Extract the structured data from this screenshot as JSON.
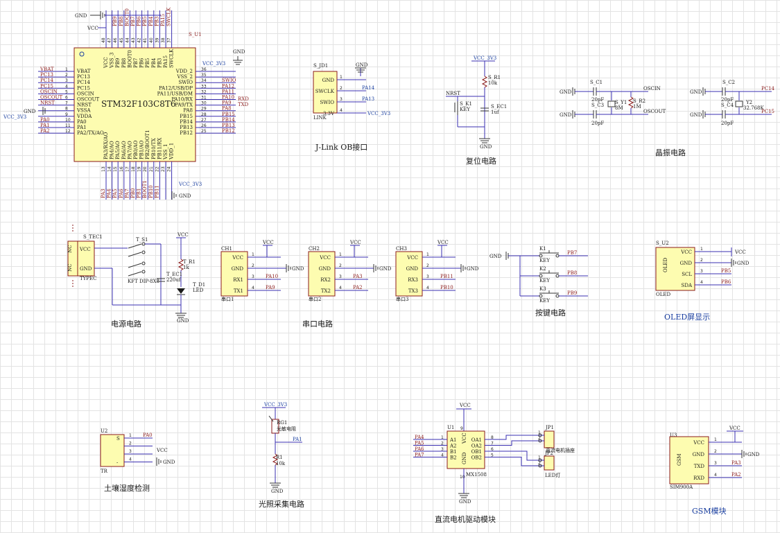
{
  "mcu": {
    "ref": "S_U1",
    "part": "STM32F103C8T6",
    "left_pins": [
      {
        "num": "1",
        "name": "VBAT",
        "net": "VBAT"
      },
      {
        "num": "2",
        "name": "PC13",
        "net": "PC13"
      },
      {
        "num": "3",
        "name": "PC14",
        "net": "PC14"
      },
      {
        "num": "4",
        "name": "PC15",
        "net": "PC15"
      },
      {
        "num": "5",
        "name": "OSCIN",
        "net": "OSCIN"
      },
      {
        "num": "6",
        "name": "OSCOUT",
        "net": "OSCOUT"
      },
      {
        "num": "7",
        "name": "NRST",
        "net": "NRST"
      },
      {
        "num": "8",
        "name": "VSSA",
        "net": "GND"
      },
      {
        "num": "9",
        "name": "VDDA",
        "net": "VCC_3V3"
      },
      {
        "num": "10",
        "name": "PA0",
        "net": "PA0"
      },
      {
        "num": "11",
        "name": "PA1",
        "net": "PA1"
      },
      {
        "num": "12",
        "name": "PA2/TX/AO",
        "net": "PA2"
      }
    ],
    "right_pins": [
      {
        "num": "36",
        "name": "VDD_2",
        "net": "VCC_3V3"
      },
      {
        "num": "35",
        "name": "VSS_2",
        "net": ""
      },
      {
        "num": "34",
        "name": "SWIO",
        "net": "SWIO"
      },
      {
        "num": "33",
        "name": "PA12/USB/DP",
        "net": "PA12"
      },
      {
        "num": "32",
        "name": "PA11/USB/DM",
        "net": "PA11"
      },
      {
        "num": "31",
        "name": "PA10/RX",
        "net": "PA10"
      },
      {
        "num": "30",
        "name": "PA9/TX",
        "net": "PA9"
      },
      {
        "num": "29",
        "name": "PA8",
        "net": "PA8"
      },
      {
        "num": "28",
        "name": "PB15",
        "net": "PB15"
      },
      {
        "num": "27",
        "name": "PB14",
        "net": "PB14"
      },
      {
        "num": "26",
        "name": "PB13",
        "net": "PB13"
      },
      {
        "num": "25",
        "name": "PB12",
        "net": "PB12"
      }
    ],
    "top_pins": [
      {
        "num": "48",
        "name": "VCC",
        "net": ""
      },
      {
        "num": "47",
        "name": "VSS_3",
        "net": ""
      },
      {
        "num": "46",
        "name": "PB9",
        "net": "PB9"
      },
      {
        "num": "45",
        "name": "PB8",
        "net": "PB8"
      },
      {
        "num": "44",
        "name": "BOOT0",
        "net": "BOOT0"
      },
      {
        "num": "43",
        "name": "PB7",
        "net": "PB7"
      },
      {
        "num": "42",
        "name": "PB6",
        "net": "PB6"
      },
      {
        "num": "41",
        "name": "PB5",
        "net": "PB5"
      },
      {
        "num": "40",
        "name": "PB4",
        "net": "PB4"
      },
      {
        "num": "39",
        "name": "PB3",
        "net": "PB3"
      },
      {
        "num": "38",
        "name": "PA15",
        "net": "PA15"
      },
      {
        "num": "37",
        "name": "SWCLK",
        "net": "SWCLK"
      }
    ],
    "bottom_pins": [
      {
        "num": "13",
        "name": "PA3/RX/AO",
        "net": "PA3"
      },
      {
        "num": "14",
        "name": "PA4/AO",
        "net": "PA4"
      },
      {
        "num": "15",
        "name": "PA5/AO",
        "net": "PA5"
      },
      {
        "num": "16",
        "name": "PA6/AO",
        "net": "PA6"
      },
      {
        "num": "17",
        "name": "PA7/AO",
        "net": "PA7"
      },
      {
        "num": "18",
        "name": "PB0/AO",
        "net": "PB0"
      },
      {
        "num": "19",
        "name": "PB1/AO",
        "net": "PB1"
      },
      {
        "num": "20",
        "name": "PB2/BOOT1",
        "net": "BOOT1"
      },
      {
        "num": "21",
        "name": "PB10/TX",
        "net": "PB10"
      },
      {
        "num": "22",
        "name": "PB11/RX",
        "net": "PB11"
      },
      {
        "num": "23",
        "name": "VSS_1",
        "net": ""
      },
      {
        "num": "24",
        "name": "VDD_1",
        "net": ""
      }
    ],
    "extra_nets": {
      "gnd": "GND",
      "vcc": "VCC",
      "vcc33": "VCC_3V3",
      "rxd": "RXD",
      "txd": "TXD"
    }
  },
  "jlink": {
    "ref": "S_JD1",
    "part": "LINK",
    "title": "J-Link OB接口",
    "pins": [
      {
        "num": "1",
        "name": "GND",
        "net": ""
      },
      {
        "num": "2",
        "name": "SWCLK",
        "net": "PA14"
      },
      {
        "num": "3",
        "name": "SWIO",
        "net": "PA13"
      },
      {
        "num": "4",
        "name": "3.3V",
        "net": "VCC_3V3"
      }
    ],
    "gnd": "GND"
  },
  "reset": {
    "title": "复位电路",
    "vcc": "VCC_3V3",
    "net": "NRST",
    "gnd": "GND",
    "r_ref": "S_R1",
    "r_val": "10k",
    "k_ref": "S_K1",
    "k_val": "KEY",
    "c_ref": "S_EC1",
    "c_val": "1uf"
  },
  "crystal": {
    "title": "晶振电路",
    "gnd": "GND",
    "main": {
      "c1_ref": "S_C1",
      "c1_val": "20pF",
      "c3_ref": "S_C3",
      "c3_val": "20pF",
      "y_ref": "S_Y1",
      "y_val": "8M",
      "r_ref": "S_R2",
      "r_val": "1M",
      "net_in": "OSCIN",
      "net_out": "OSCOUT"
    },
    "rtc": {
      "c2_ref": "S_C2",
      "c2_val": "20pF",
      "c4_ref": "S_C4",
      "c4_val": "20pF",
      "y_ref": "Y2",
      "y_val": "32.768K",
      "net_a": "PC14",
      "net_b": "PC15"
    }
  },
  "power": {
    "title": "电源电路",
    "conn_ref": "S_TEC1",
    "conn_part": "TYPEC",
    "conn_pins": [
      "VCC",
      "GND"
    ],
    "nc": "NC",
    "sw_ref": "T_S1",
    "sw_part": "KFT DIP-8X8",
    "r_ref": "T_R1",
    "r_val": "1k",
    "c_ref": "T_EC1",
    "c_val": "220uf",
    "d_ref": "T_D1",
    "d_val": "LED",
    "vcc": "VCC",
    "gnd": "GND"
  },
  "serial": {
    "title": "串口电路",
    "ports": [
      {
        "ref": "CH1",
        "label": "串口1",
        "rx": "PA10",
        "tx": "PA9"
      },
      {
        "ref": "CH2",
        "label": "串口2",
        "rx": "PA3",
        "tx": "PA2"
      },
      {
        "ref": "CH3",
        "label": "串口3",
        "rx": "PB11",
        "tx": "PB10"
      }
    ],
    "pins": [
      "VCC",
      "GND",
      "RX1",
      "TX1"
    ],
    "pins2": [
      "VCC",
      "GND",
      "RX2",
      "TX2"
    ],
    "pins3": [
      "VCC",
      "GND",
      "RX3",
      "TX3"
    ],
    "vcc": "VCC",
    "gnd": "GND"
  },
  "keys": {
    "title": "按键电路",
    "gnd": "GND",
    "items": [
      {
        "ref": "K1",
        "val": "KEY",
        "net": "PB7"
      },
      {
        "ref": "K2",
        "val": "KEY",
        "net": "PB8"
      },
      {
        "ref": "K3",
        "val": "KEY",
        "net": "PB9"
      }
    ]
  },
  "oled": {
    "title": "OLED屏显示",
    "ref": "S_U2",
    "part": "OLED",
    "name": "OLED",
    "pins": [
      {
        "num": "1",
        "name": "VCC",
        "net": "VCC"
      },
      {
        "num": "2",
        "name": "GND",
        "net": "GND"
      },
      {
        "num": "3",
        "name": "SCL",
        "net": "PB5"
      },
      {
        "num": "4",
        "name": "SDA",
        "net": "PB6"
      }
    ]
  },
  "soil": {
    "title": "土壤湿度检测",
    "ref": "U2",
    "part": "TR",
    "pins": [
      {
        "num": "1",
        "name": "S",
        "net": "PA0"
      },
      {
        "num": "2",
        "name": "",
        "net": ""
      },
      {
        "num": "3",
        "name": "",
        "net": "VCC"
      },
      {
        "num": "4",
        "name": "-",
        "net": "GND"
      }
    ]
  },
  "light": {
    "title": "光照采集电路",
    "vcc": "VCC_3V3",
    "rg_ref": "RG1",
    "rg_val": "光敏电阻",
    "r_ref": "R1",
    "r_val": "10k",
    "net": "PA1",
    "gnd": "GND"
  },
  "motor": {
    "title": "直流电机驱动模块",
    "ref": "U1",
    "part": "MX1508",
    "vcc": "VCC",
    "gnd": "GND",
    "in_pins": [
      {
        "num": "1",
        "name": "A1",
        "net": "PA4"
      },
      {
        "num": "2",
        "name": "A2",
        "net": "PA5"
      },
      {
        "num": "3",
        "name": "B1",
        "net": "PA6"
      },
      {
        "num": "4",
        "name": "B2",
        "net": "PA7"
      }
    ],
    "out_pins": [
      {
        "num": "8",
        "name": "OA1"
      },
      {
        "num": "7",
        "name": "OA2"
      },
      {
        "num": "6",
        "name": "OB1"
      },
      {
        "num": "5",
        "name": "OB2"
      }
    ],
    "vcc_pin": "VCC",
    "gnd_pin": "GND",
    "vcc_num": "9",
    "gnd_num": "10",
    "jp1_ref": "JP1",
    "jp1_val": "直流电机插座",
    "jp2_ref": "JP2",
    "jp2_val": "LED灯"
  },
  "gsm": {
    "title": "GSM模块",
    "ref": "U3",
    "part": "SIM900A",
    "name": "GSM",
    "pins": [
      {
        "num": "1",
        "name": "VCC",
        "net": "VCC"
      },
      {
        "num": "2",
        "name": "GND",
        "net": "GND"
      },
      {
        "num": "3",
        "name": "TXD",
        "net": "PA3"
      },
      {
        "num": "4",
        "name": "RXD",
        "net": "PA2"
      }
    ]
  }
}
